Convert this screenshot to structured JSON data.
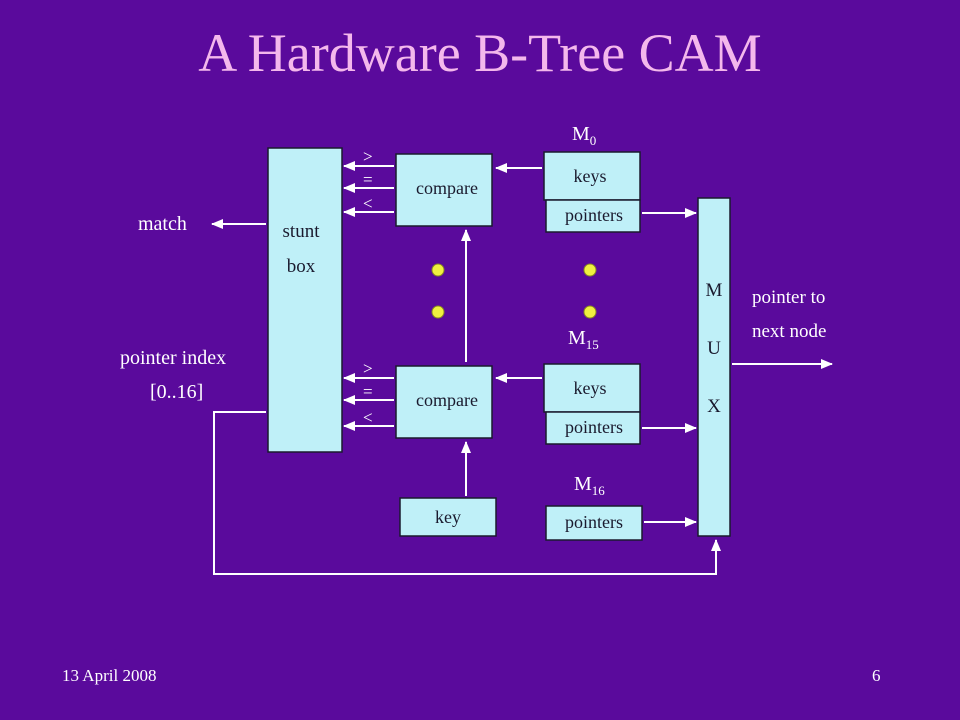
{
  "title": "A Hardware B-Tree CAM",
  "footer": {
    "date": "13 April 2008",
    "page": "6"
  },
  "colors": {
    "background": "#5a0a9c",
    "box_fill": "#bff0f8",
    "title": "#f4b8ec",
    "dots": "#f0f040",
    "lines": "#ffffff"
  },
  "diagram": {
    "stunt_box": {
      "line1": "stunt",
      "line2": "box"
    },
    "match_label": "match",
    "pointer_index_label": {
      "line1": "pointer index",
      "line2": "[0..16]"
    },
    "compare_top": "compare",
    "compare_bottom": "compare",
    "compare_outputs": {
      "gt": ">",
      "eq": "=",
      "lt": "<"
    },
    "key_box": "key",
    "memories": [
      {
        "label": "M",
        "sub": "0",
        "keys": "keys",
        "pointers": "pointers"
      },
      {
        "label": "M",
        "sub": "15",
        "keys": "keys",
        "pointers": "pointers"
      },
      {
        "label": "M",
        "sub": "16",
        "pointers": "pointers"
      }
    ],
    "mux": {
      "letters": [
        "M",
        "U",
        "X"
      ]
    },
    "output_label": {
      "line1": "pointer to",
      "line2": "next node"
    }
  }
}
